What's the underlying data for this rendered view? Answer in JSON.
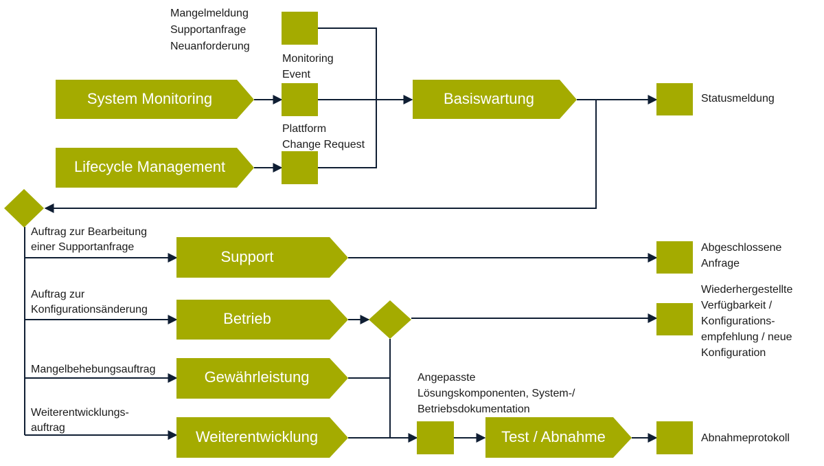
{
  "colors": {
    "accent": "#a4ab00",
    "line": "#0f1e33",
    "text": "#1a1a1a",
    "on_accent": "#ffffff"
  },
  "processes": {
    "system_monitoring": "System Monitoring",
    "lifecycle_management": "Lifecycle Management",
    "basiswartung": "Basiswartung",
    "support": "Support",
    "betrieb": "Betrieb",
    "gewaehrleistung": "Gewährleistung",
    "weiterentwicklung": "Weiterentwicklung",
    "test_abnahme": "Test / Abnahme"
  },
  "labels": {
    "mangelmeldung": [
      "Mangelmeldung",
      "Supportanfrage",
      "Neuanforderung"
    ],
    "monitoring_event": [
      "Monitoring",
      "Event"
    ],
    "plattform_change": [
      "Plattform",
      "Change Request"
    ],
    "statusmeldung": [
      "Statusmeldung"
    ],
    "auftrag_support": [
      "Auftrag zur Bearbeitung",
      "einer Supportanfrage"
    ],
    "auftrag_konfig": [
      "Auftrag zur",
      "Konfigurationsänderung"
    ],
    "mangelbehebung": [
      "Mangelbehebungsauftrag"
    ],
    "weiterentwicklungsauftrag": [
      "Weiterentwicklungs-",
      "auftrag"
    ],
    "abgeschlossene": [
      "Abgeschlossene",
      "Anfrage"
    ],
    "wiederhergestellte": [
      "Wiederhergestellte",
      "Verfügbarkeit /",
      "Konfigurations-",
      "empfehlung / neue",
      "Konfiguration"
    ],
    "angepasste": [
      "Angepasste",
      "Lösungskomponenten, System-/",
      "Betriebsdokumentation"
    ],
    "abnahmeprotokoll": [
      "Abnahmeprotokoll"
    ]
  }
}
